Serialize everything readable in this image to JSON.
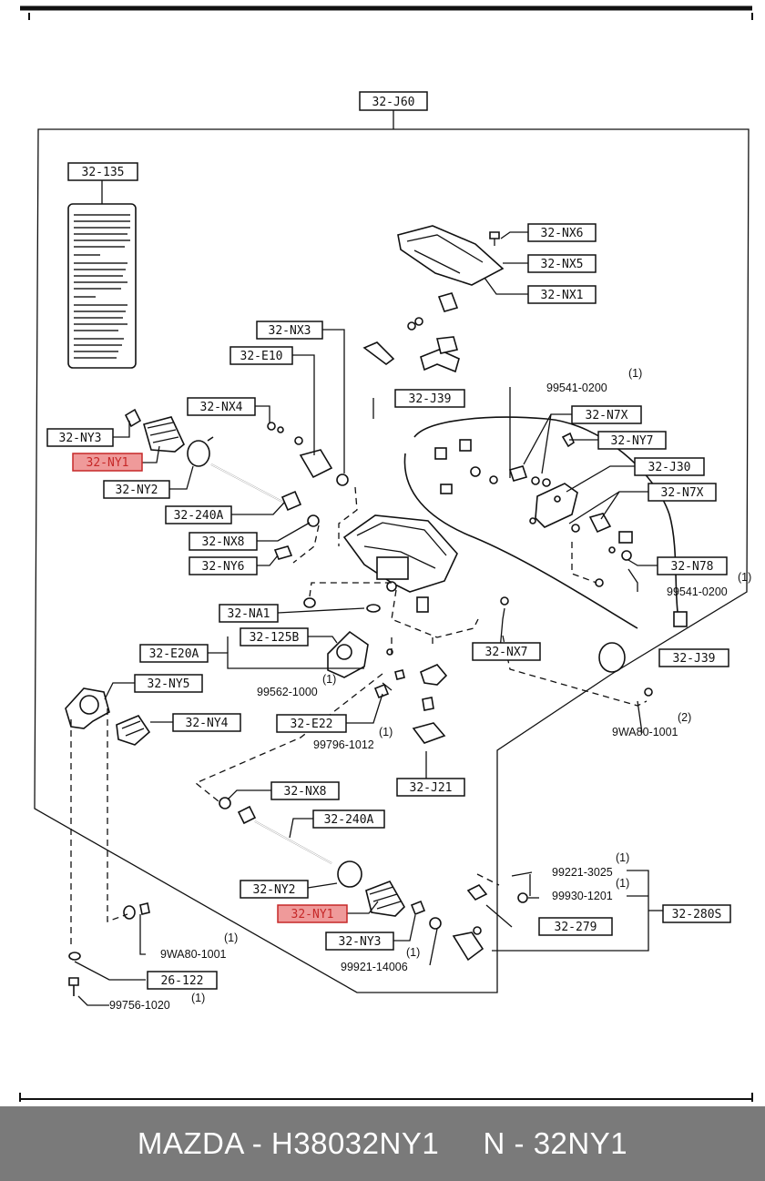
{
  "diagram": {
    "main_label": "32-J60",
    "callouts": [
      {
        "id": "c1",
        "text": "32-135"
      },
      {
        "id": "c2",
        "text": "32-NX6"
      },
      {
        "id": "c3",
        "text": "32-NX5"
      },
      {
        "id": "c4",
        "text": "32-NX1"
      },
      {
        "id": "c5",
        "text": "32-NX3"
      },
      {
        "id": "c6",
        "text": "32-E10"
      },
      {
        "id": "c7",
        "text": "32-J39"
      },
      {
        "id": "c8",
        "text": "32-NX4"
      },
      {
        "id": "c9",
        "text": "32-N7X"
      },
      {
        "id": "c10",
        "text": "32-NY3"
      },
      {
        "id": "c11",
        "text": "32-NY1",
        "highlight": true
      },
      {
        "id": "c12",
        "text": "32-NY7"
      },
      {
        "id": "c13",
        "text": "32-J30"
      },
      {
        "id": "c14",
        "text": "32-NY2"
      },
      {
        "id": "c15",
        "text": "32-N7X"
      },
      {
        "id": "c16",
        "text": "32-240A"
      },
      {
        "id": "c17",
        "text": "32-NX8"
      },
      {
        "id": "c18",
        "text": "32-NY6"
      },
      {
        "id": "c19",
        "text": "32-N78"
      },
      {
        "id": "c20",
        "text": "32-NA1"
      },
      {
        "id": "c21",
        "text": "32-125B"
      },
      {
        "id": "c22",
        "text": "32-E20A"
      },
      {
        "id": "c23",
        "text": "32-NX7"
      },
      {
        "id": "c24",
        "text": "32-J39"
      },
      {
        "id": "c25",
        "text": "32-NY5"
      },
      {
        "id": "c26",
        "text": "32-NY4"
      },
      {
        "id": "c27",
        "text": "32-E22"
      },
      {
        "id": "c28",
        "text": "32-J21"
      },
      {
        "id": "c29",
        "text": "32-NX8"
      },
      {
        "id": "c30",
        "text": "32-240A"
      },
      {
        "id": "c31",
        "text": "32-NY2"
      },
      {
        "id": "c32",
        "text": "32-NY1",
        "highlight": true
      },
      {
        "id": "c33",
        "text": "32-NY3"
      },
      {
        "id": "c34",
        "text": "32-280S"
      },
      {
        "id": "c35",
        "text": "32-279"
      },
      {
        "id": "c36",
        "text": "26-122"
      }
    ],
    "part_numbers": [
      {
        "id": "p1",
        "text": "99541-0200",
        "qty": "(1)"
      },
      {
        "id": "p2",
        "text": "99541-0200",
        "qty": "(1)"
      },
      {
        "id": "p3",
        "text": "99562-1000",
        "qty": "(1)"
      },
      {
        "id": "p4",
        "text": "99796-1012",
        "qty": "(1)"
      },
      {
        "id": "p5",
        "text": "9WA80-1001",
        "qty": "(2)"
      },
      {
        "id": "p6",
        "text": "99221-3025",
        "qty": "(1)"
      },
      {
        "id": "p7",
        "text": "99930-1201",
        "qty": "(1)"
      },
      {
        "id": "p8",
        "text": "99921-14006",
        "qty": "(1)"
      },
      {
        "id": "p9",
        "text": "9WA80-1001",
        "qty": "(1)"
      },
      {
        "id": "p10",
        "text": "99756-1020",
        "qty": "(1)"
      }
    ]
  },
  "footer": {
    "brand": "MAZDA",
    "part_number": "H38032NY1",
    "code": "N - 32NY1"
  }
}
